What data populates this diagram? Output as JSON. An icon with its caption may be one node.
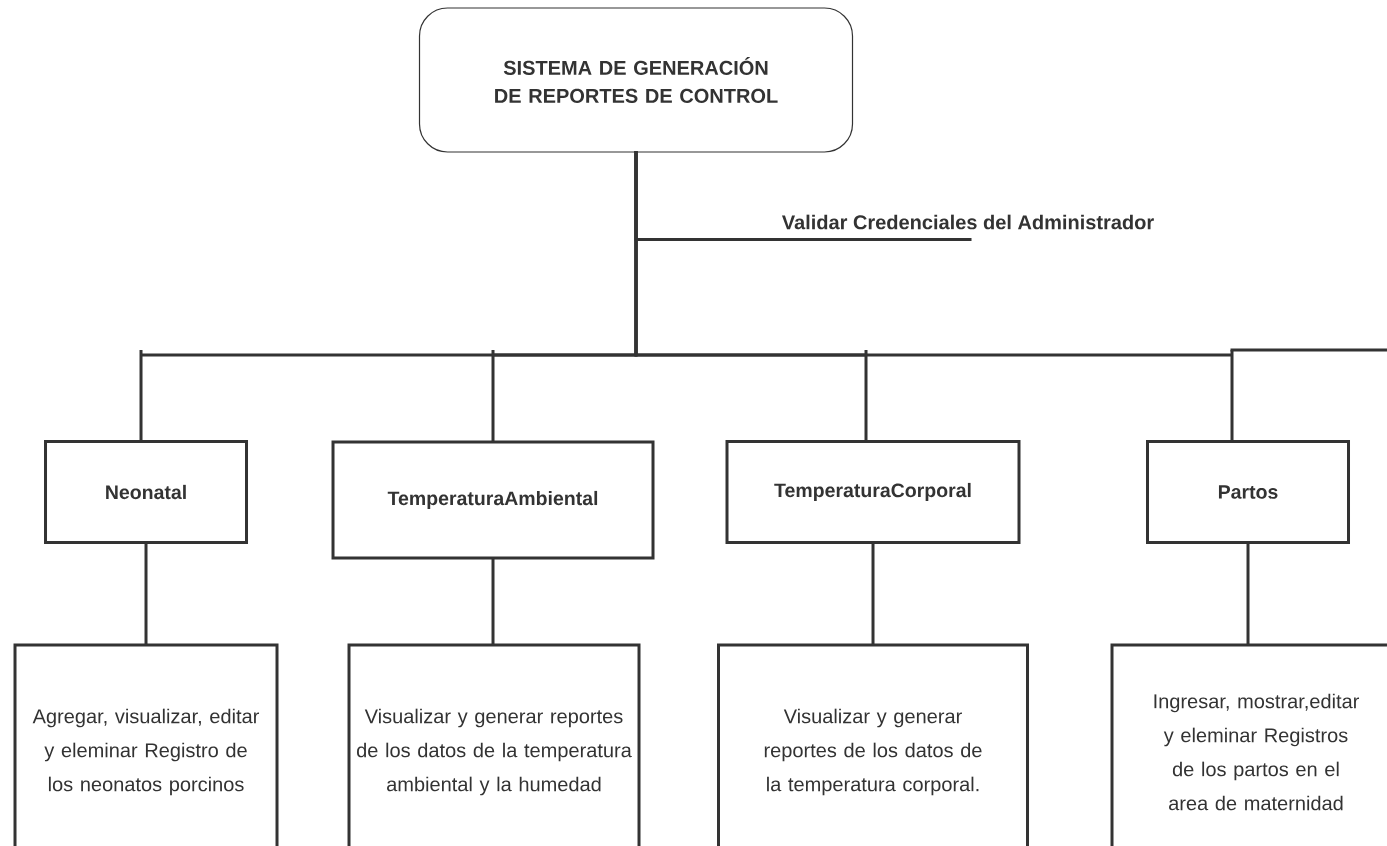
{
  "diagram": {
    "nodes": [
      {
        "text": [
          "SISTEMA DE GENERACIÓN DE REPORTES DE CONTROL"
        ]
      },
      {
        "text": [
          "Validar Credenciales del Administrador"
        ]
      },
      {
        "text": [
          "Neonatal"
        ]
      },
      {
        "text": [
          "TemperaturaAmbiental"
        ]
      },
      {
        "text": [
          "TemperaturaCorporal"
        ]
      },
      {
        "text": [
          "Partos"
        ]
      },
      {
        "text": [
          "Agregar, visualizar, editar y eleminar Registro de los neonatos porcinos"
        ]
      },
      {
        "text": [
          "Visualizar y generar reportes de los datos de la temperatura ambiental y la humedad"
        ]
      },
      {
        "text": [
          "Visualizar  y generar reportes de  los datos de la temperatura corporal."
        ]
      },
      {
        "text": [
          "Ingresar, mostrar,editar y eleminar Registros de los partos en el area de maternidad"
        ]
      }
    ],
    "edges": [
      {
        "from": 0,
        "to": 1,
        "arrow": "none"
      },
      {
        "from": 0,
        "to": 2,
        "arrow": "none"
      },
      {
        "from": 0,
        "to": 3,
        "arrow": "none"
      },
      {
        "from": 0,
        "to": 4,
        "arrow": "none"
      },
      {
        "from": 0,
        "to": 5,
        "arrow": "none"
      },
      {
        "from": 2,
        "to": 6,
        "arrow": "none"
      },
      {
        "from": 3,
        "to": 7,
        "arrow": "none"
      },
      {
        "from": 4,
        "to": 8,
        "arrow": "none"
      },
      {
        "from": 5,
        "to": 9,
        "arrow": "none"
      }
    ]
  }
}
